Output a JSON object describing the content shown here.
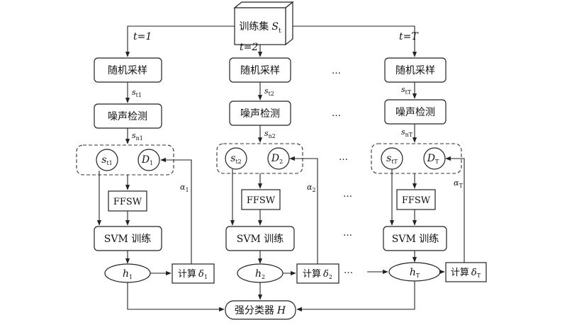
{
  "training_set": {
    "label": "训练集",
    "symbol": "S",
    "sub": "t"
  },
  "branch_labels": [
    "t=1",
    "t=2",
    "t=T"
  ],
  "columns": [
    {
      "sampling": "随机采样",
      "sample_main": "s",
      "sample_sub": "t1",
      "noise": "噪声检测",
      "noise_main": "s",
      "noise_sub": "n1",
      "circle_s_main": "s",
      "circle_s_sub": "t1",
      "circle_d_main": "D",
      "circle_d_sub": "1",
      "ffsw": "FFSW",
      "svm": "SVM 训练",
      "h_main": "h",
      "h_sub": "1",
      "calc_label": "计算",
      "calc_main": "δ",
      "calc_sub": "1",
      "alpha_main": "α",
      "alpha_sub": "1"
    },
    {
      "sampling": "随机采样",
      "sample_main": "s",
      "sample_sub": "t2",
      "noise": "噪声检测",
      "noise_main": "s",
      "noise_sub": "n2",
      "circle_s_main": "s",
      "circle_s_sub": "t2",
      "circle_d_main": "D",
      "circle_d_sub": "2",
      "ffsw": "FFSW",
      "svm": "SVM 训练",
      "h_main": "h",
      "h_sub": "2",
      "calc_label": "计算",
      "calc_main": "δ",
      "calc_sub": "2",
      "alpha_main": "α",
      "alpha_sub": "2"
    },
    {
      "sampling": "随机采样",
      "sample_main": "s",
      "sample_sub": "tT",
      "noise": "噪声检测",
      "noise_main": "s",
      "noise_sub": "nT",
      "circle_s_main": "s",
      "circle_s_sub": "tT",
      "circle_d_main": "D",
      "circle_d_sub": "T",
      "ffsw": "FFSW",
      "svm": "SVM 训练",
      "h_main": "h",
      "h_sub": "T",
      "calc_label": "计算",
      "calc_main": "δ",
      "calc_sub": "T",
      "alpha_main": "α",
      "alpha_sub": "T"
    }
  ],
  "ellipsis": "…",
  "strong_classifier": {
    "label": "强分类器",
    "symbol": "H"
  }
}
